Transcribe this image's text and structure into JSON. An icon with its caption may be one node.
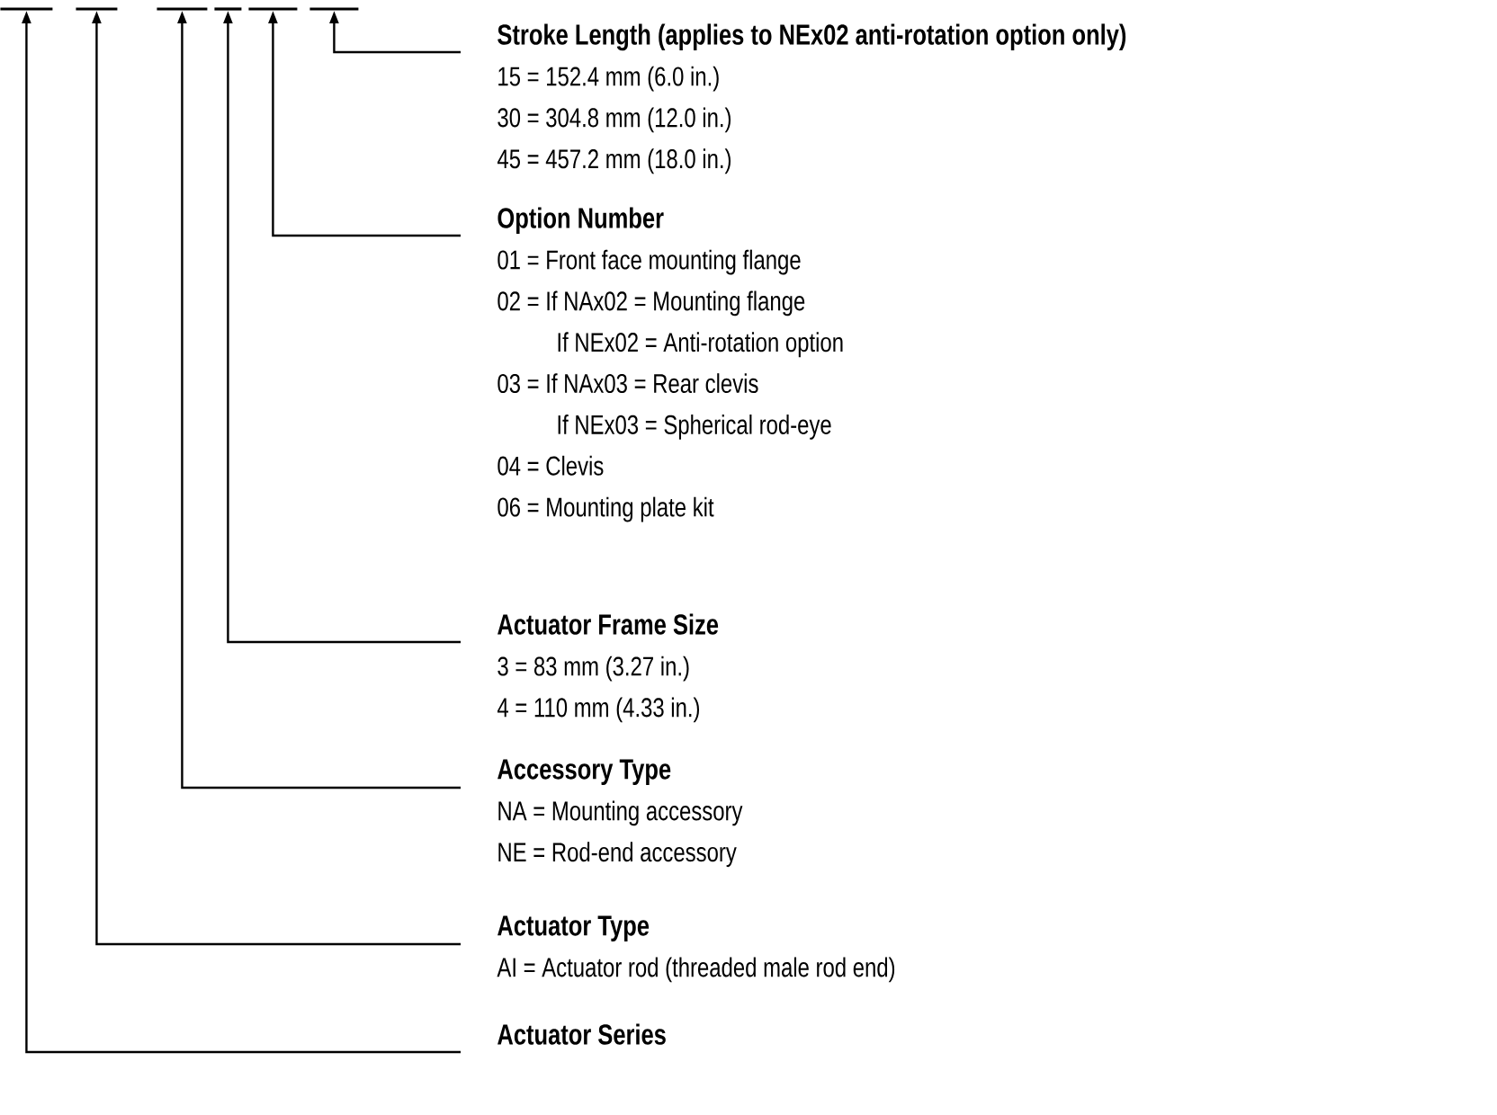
{
  "diagram": {
    "nodes": [
      {
        "text": [],
        "shape": "bar"
      },
      {
        "text": [],
        "shape": "bar"
      },
      {
        "text": [],
        "shape": "bar"
      },
      {
        "text": [],
        "shape": "bar"
      },
      {
        "text": [],
        "shape": "bar"
      },
      {
        "text": [],
        "shape": "bar"
      },
      {
        "text": [
          "Stroke Length (applies to NEx02 anti-rotation option only)",
          "15 = 152.4 mm (6.0 in.)",
          "30 = 304.8 mm (12.0 in.)",
          "45 = 457.2 mm (18.0 in.)"
        ]
      },
      {
        "text": [
          "Option Number",
          "01 = Front face mounting flange",
          "02 = If NAx02 = Mounting flange",
          "If NEx02 = Anti-rotation option",
          "03 = If NAx03 = Rear clevis",
          "If NEx03 = Spherical rod-eye",
          "04 = Clevis",
          "06 = Mounting plate kit"
        ]
      },
      {
        "text": [
          "Actuator Frame Size",
          "3 = 83 mm (3.27 in.)",
          "4 = 110 mm (4.33 in.)"
        ]
      },
      {
        "text": [
          "Accessory Type",
          "NA = Mounting accessory",
          "NE = Rod-end accessory"
        ]
      },
      {
        "text": [
          "Actuator Type",
          "AI = Actuator rod (threaded male rod end)"
        ]
      },
      {
        "text": [
          "Actuator Series"
        ]
      }
    ],
    "edges": [
      {
        "from": 6,
        "to": 5,
        "arrow": "to"
      },
      {
        "from": 7,
        "to": 4,
        "arrow": "to"
      },
      {
        "from": 8,
        "to": 3,
        "arrow": "to"
      },
      {
        "from": 9,
        "to": 2,
        "arrow": "to"
      },
      {
        "from": 10,
        "to": 1,
        "arrow": "to"
      },
      {
        "from": 11,
        "to": 0,
        "arrow": "to"
      }
    ]
  }
}
